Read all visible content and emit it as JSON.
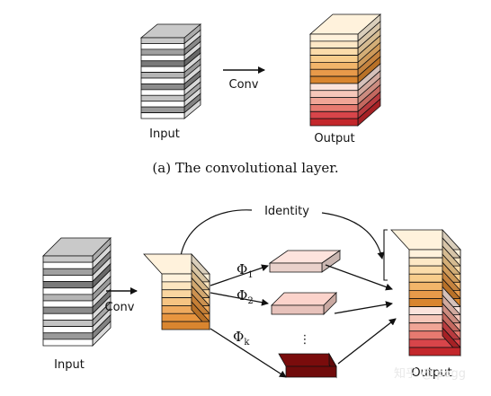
{
  "top": {
    "input_label": "Input",
    "conv_label": "Conv",
    "output_label": "Output",
    "caption": "(a)  The convolutional layer."
  },
  "bottom": {
    "identity_label": "Identity",
    "input_label": "Input",
    "conv_label": "Conv",
    "phi_symbol": "Φ",
    "phi_subscripts": [
      "1",
      "2",
      "k"
    ],
    "ellipsis": "⋮",
    "output_label": "Output"
  },
  "watermark": "知乎 @ pogg",
  "colors": {
    "gray_layers": [
      "#c9c9c9",
      "#ffffff",
      "#a0a0a0",
      "#ffffff",
      "#7a7a7a",
      "#ffffff",
      "#b5b5b5",
      "#ffffff",
      "#8c8c8c",
      "#ffffff",
      "#c4c4c4",
      "#ffffff",
      "#9a9a9a",
      "#ffffff"
    ],
    "output_layers": [
      "#fff2dc",
      "#fde8c6",
      "#fbdcaa",
      "#f8cd8c",
      "#f2b56a",
      "#e89a4a",
      "#d9852f",
      "#fbe3dc",
      "#f6c7ba",
      "#f0a596",
      "#e77a70",
      "#d8454a",
      "#c3272b"
    ],
    "conv_layers": [
      "#fff2dc",
      "#fde6c0",
      "#fad6a0",
      "#f6c482",
      "#efaa5e",
      "#e8953f",
      "#d9852f"
    ],
    "phi1_fill": "#fde3dd",
    "phi2_fill": "#fbd3cb",
    "phik_fill": "#7a0c0c"
  }
}
